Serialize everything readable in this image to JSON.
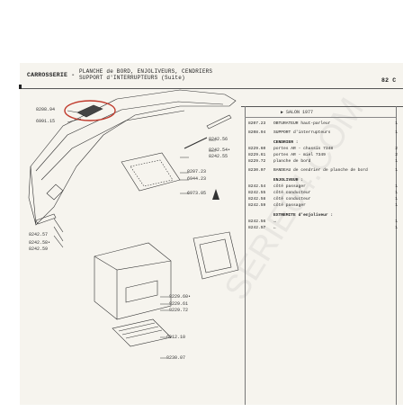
{
  "header": {
    "section": "CARROSSERIE -",
    "line1": "PLANCHE de BORD, ENJOLIVEURS, CENDRIERS",
    "line2": "SUPPORT d'INTERRUPTEURS (Suite)",
    "line3": "",
    "page": "82 C"
  },
  "watermark": "SERIE04.COM",
  "callouts": [
    "8208.94",
    "6991.15",
    "8242.56",
    "8242.54•",
    "8242.55",
    "8207.23",
    "6944.23",
    "6973.05",
    "8242.57",
    "8242.58•",
    "8242.59",
    "8229.60•",
    "8229.61",
    "8229.72",
    "6912.10",
    "8230.07"
  ],
  "table": {
    "note": "▶ SALON 1977",
    "rows": [
      {
        "code": "8207.23",
        "desc": "OBTURATEUR haut-parleur",
        "qty": "1"
      },
      {
        "code": "8208.94",
        "desc": "SUPPORT d'interrupteurs",
        "qty": "1"
      },
      {
        "code": "",
        "desc": "CENDRIER :",
        "qty": ""
      },
      {
        "code": "8229.60",
        "desc": "portes AR - chassis 7348",
        "qty": "2"
      },
      {
        "code": "8229.61",
        "desc": "portes AR - miel 7349",
        "qty": "2"
      },
      {
        "code": "8229.72",
        "desc": "planche de bord",
        "qty": "1"
      },
      {
        "code": "8230.07",
        "desc": "BANDEAU de cendrier de planche de bord",
        "qty": "1"
      },
      {
        "code": "",
        "desc": "ENJOLIVEUR :",
        "qty": ""
      },
      {
        "code": "8242.54",
        "desc": "côté passager",
        "qty": "1"
      },
      {
        "code": "8242.55",
        "desc": "côté conducteur",
        "qty": "1"
      },
      {
        "code": "8242.58",
        "desc": "côté conducteur",
        "qty": "1"
      },
      {
        "code": "8242.59",
        "desc": "côté passager",
        "qty": "1"
      },
      {
        "code": "",
        "desc": "EXTREMITE d'enjoliveur :",
        "qty": ""
      },
      {
        "code": "8242.56",
        "desc": "→",
        "qty": "1"
      },
      {
        "code": "8242.57",
        "desc": "←",
        "qty": "1"
      }
    ]
  }
}
